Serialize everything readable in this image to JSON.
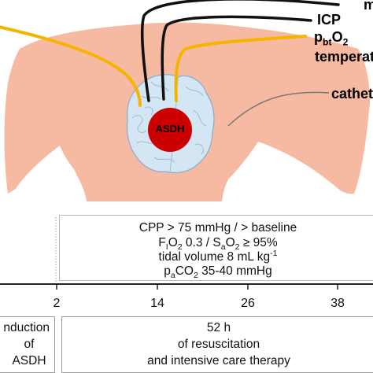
{
  "probes": {
    "top_partial": "m",
    "icp": "ICP",
    "pbto2": {
      "main": "p",
      "sub": "bt",
      "tail": "O",
      "sub2": "2"
    },
    "temperature": "temperat",
    "catheter": "cathete"
  },
  "lesion_label": "ASDH",
  "targets": {
    "cpp": "CPP > 75 mmHg / > baseline",
    "fio2": {
      "p1": "F",
      "s1": "I",
      "p2": "O",
      "s2": "2",
      "p3": " 0.3 / S",
      "s3": "a",
      "p4": "O",
      "s4": "2",
      "p5": " ≥ 95%"
    },
    "tidal": {
      "text": "tidal volume 8 mL kg",
      "sup": "-1"
    },
    "paco2": {
      "p1": "p",
      "s1": "a",
      "p2": "CO",
      "s2": "2",
      "p3": "  35-40 mmHg"
    }
  },
  "timeline": {
    "ticks": [
      "2",
      "14",
      "26",
      "38"
    ]
  },
  "phases": {
    "induction": [
      "nduction",
      "of",
      "ASDH"
    ],
    "icu": [
      "52 h",
      "of resuscitation",
      "and intensive care therapy"
    ]
  },
  "colors": {
    "body": "#f6b9a2",
    "brain": "#d4e6f3",
    "lesion": "#cc0000",
    "probe_black": "#111111",
    "probe_yellow": "#f5b400"
  }
}
